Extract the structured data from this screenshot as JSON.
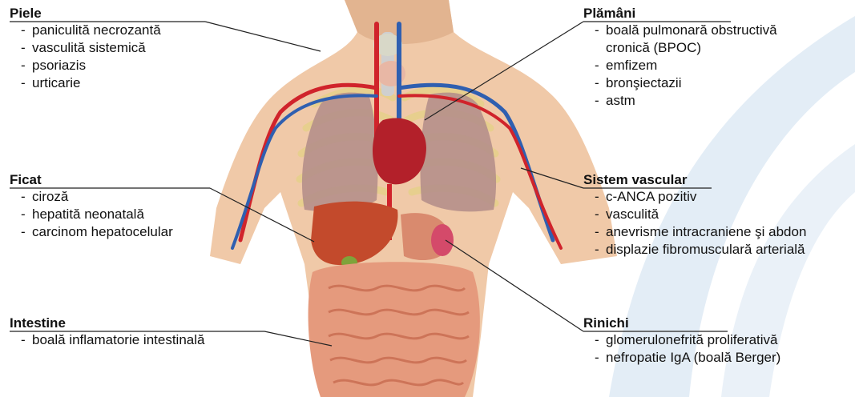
{
  "panels": {
    "piele": {
      "heading": "Piele",
      "items": [
        "paniculită necrozantă",
        "vasculită sistemică",
        "psoriazis",
        "urticarie"
      ]
    },
    "ficat": {
      "heading": "Ficat",
      "items": [
        "ciroză",
        "hepatită neonatală",
        "carcinom hepatocelular"
      ]
    },
    "intestine": {
      "heading": "Intestine",
      "items": [
        "boală inflamatorie intestinală"
      ]
    },
    "plamani": {
      "heading": "Plămâni",
      "items": [
        "boală pulmonară obstructivă",
        "cronică (BPOC)",
        "emfizem",
        "bronşiectazii",
        "astm"
      ]
    },
    "vascular": {
      "heading": "Sistem vascular",
      "items": [
        "c-ANCA pozitiv",
        "vasculită",
        "anevrisme intracraniene şi abdon",
        "displazie fibromusculară arterială"
      ]
    },
    "rinichi": {
      "heading": "Rinichi",
      "items": [
        "glomerulonefrită proliferativă",
        "nefropatie IgA (boală Berger)"
      ]
    }
  },
  "colors": {
    "skin": "#f0c9a8",
    "skin_shadow": "#d9a27e",
    "lung": "#b58f8a",
    "rib": "#e7cf8e",
    "liver": "#c34a2c",
    "intestine": "#e59a7d",
    "heart": "#b3202a",
    "artery": "#d0232b",
    "vein": "#2f5fb0",
    "background_swoosh": "#dbe7f2"
  }
}
